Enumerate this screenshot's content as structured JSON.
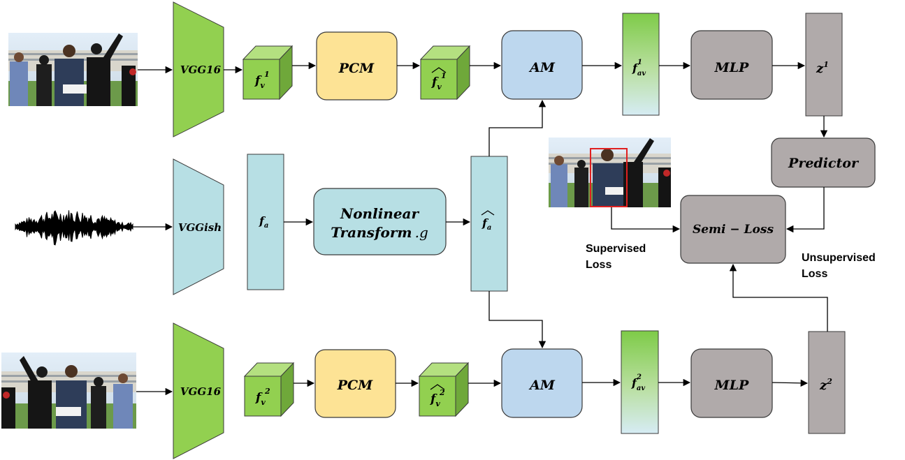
{
  "colors": {
    "vgg_green": "#92d050",
    "cube_front": "#92d050",
    "cube_top": "#b4e080",
    "cube_side": "#6fa83a",
    "teal": "#b7dfe4",
    "pcm_yellow": "#fde395",
    "am_blue": "#bdd7ee",
    "gray": "#b0aaaa",
    "crop_box": "#e02020",
    "stroke": "#3a3a3a"
  },
  "blocks": {
    "vgg_top": "VGG16",
    "vgg_bottom": "VGG16",
    "vggish": "VGGish",
    "pcm_top": "PCM",
    "pcm_bottom": "PCM",
    "am_top": "AM",
    "am_bottom": "AM",
    "mlp_top": "MLP",
    "mlp_bottom": "MLP",
    "predictor": "Predictor",
    "semi_loss": "Semi − Loss",
    "nonlinear_line1": "Nonlinear",
    "nonlinear_line2": "Transform",
    "nonlinear_suffix": ".g"
  },
  "features": {
    "fv_base": "f",
    "fv_sub": "v",
    "fa_base": "f",
    "fa_sub": "a",
    "fav_sub": "av",
    "z_base": "z",
    "sup1": "1",
    "sup2": "2"
  },
  "annotations": {
    "supervised_line1": "Supervised",
    "supervised_line2": "Loss",
    "unsupervised_line1": "Unsupervised",
    "unsupervised_line2": "Loss"
  }
}
